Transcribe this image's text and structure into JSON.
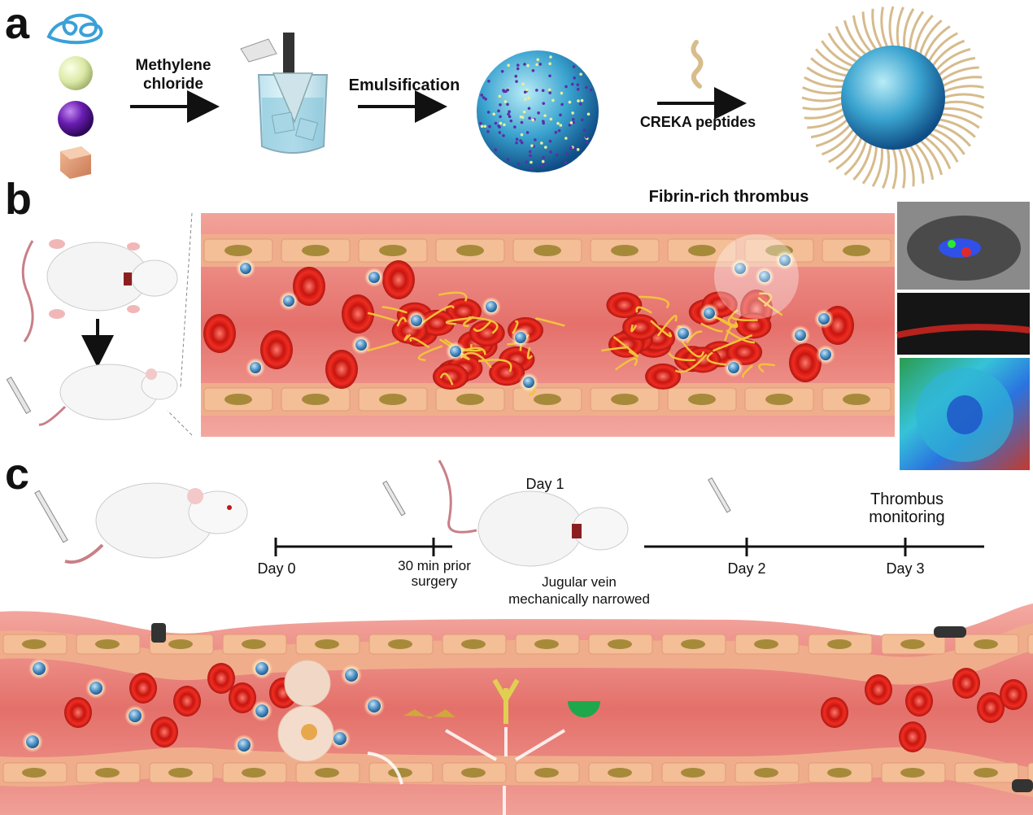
{
  "panels": {
    "a": {
      "letter": "a",
      "step1_label_line1": "Methylene",
      "step1_label_line2": "chloride",
      "step2_label": "Emulsification",
      "step3_label": "CREKA peptides"
    },
    "b": {
      "letter": "b",
      "title": "Fibrin-rich thrombus"
    },
    "c": {
      "letter": "c",
      "day1_label": "Day 1",
      "monitor_line1": "Thrombus",
      "monitor_line2": "monitoring",
      "ticks": [
        "Day 0",
        "30 min prior",
        "surgery",
        "Day 2",
        "Day 3"
      ],
      "vein_line1": "Jugular vein",
      "vein_line2": "mechanically narrowed"
    }
  },
  "colors": {
    "vessel": "#e8837f",
    "vessel_dark": "#d4605e",
    "endothelium": "#f0b58e",
    "rbc": "#d8261e",
    "fibrin": "#f3c23b",
    "nanoparticle": "#3e88c4",
    "peptide": "#d6bb8c"
  }
}
